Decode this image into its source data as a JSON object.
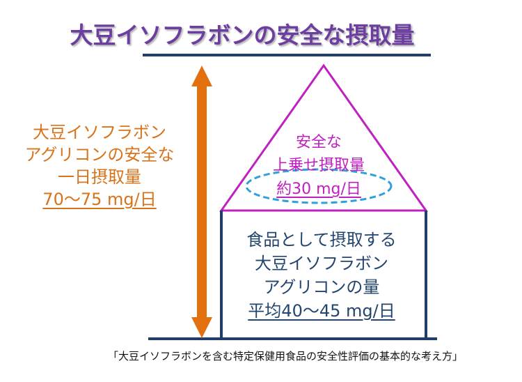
{
  "title": "大豆イソフラボンの安全な摂取量",
  "left_label": {
    "lines": [
      "大豆イソフラボン",
      "アグリコンの安全な",
      "一日摂取量"
    ],
    "value": "70～75 mg/日"
  },
  "triangle_label": {
    "lines": [
      "安全な",
      "上乗せ摂取量"
    ],
    "value": "約30 mg/日"
  },
  "box_label": {
    "lines": [
      "食品として摂取する",
      "大豆イソフラボン",
      "アグリコンの量"
    ],
    "value": "平均40～45 mg/日"
  },
  "citation": "「大豆イソフラボンを含む特定保健用食品の安全性評価の基本的な考え方」",
  "colors": {
    "title": "#6b3ea0",
    "arrow": "#e2700f",
    "triangle": "#c020c0",
    "box": "#24456e",
    "ellipse": "#30a0d8"
  }
}
